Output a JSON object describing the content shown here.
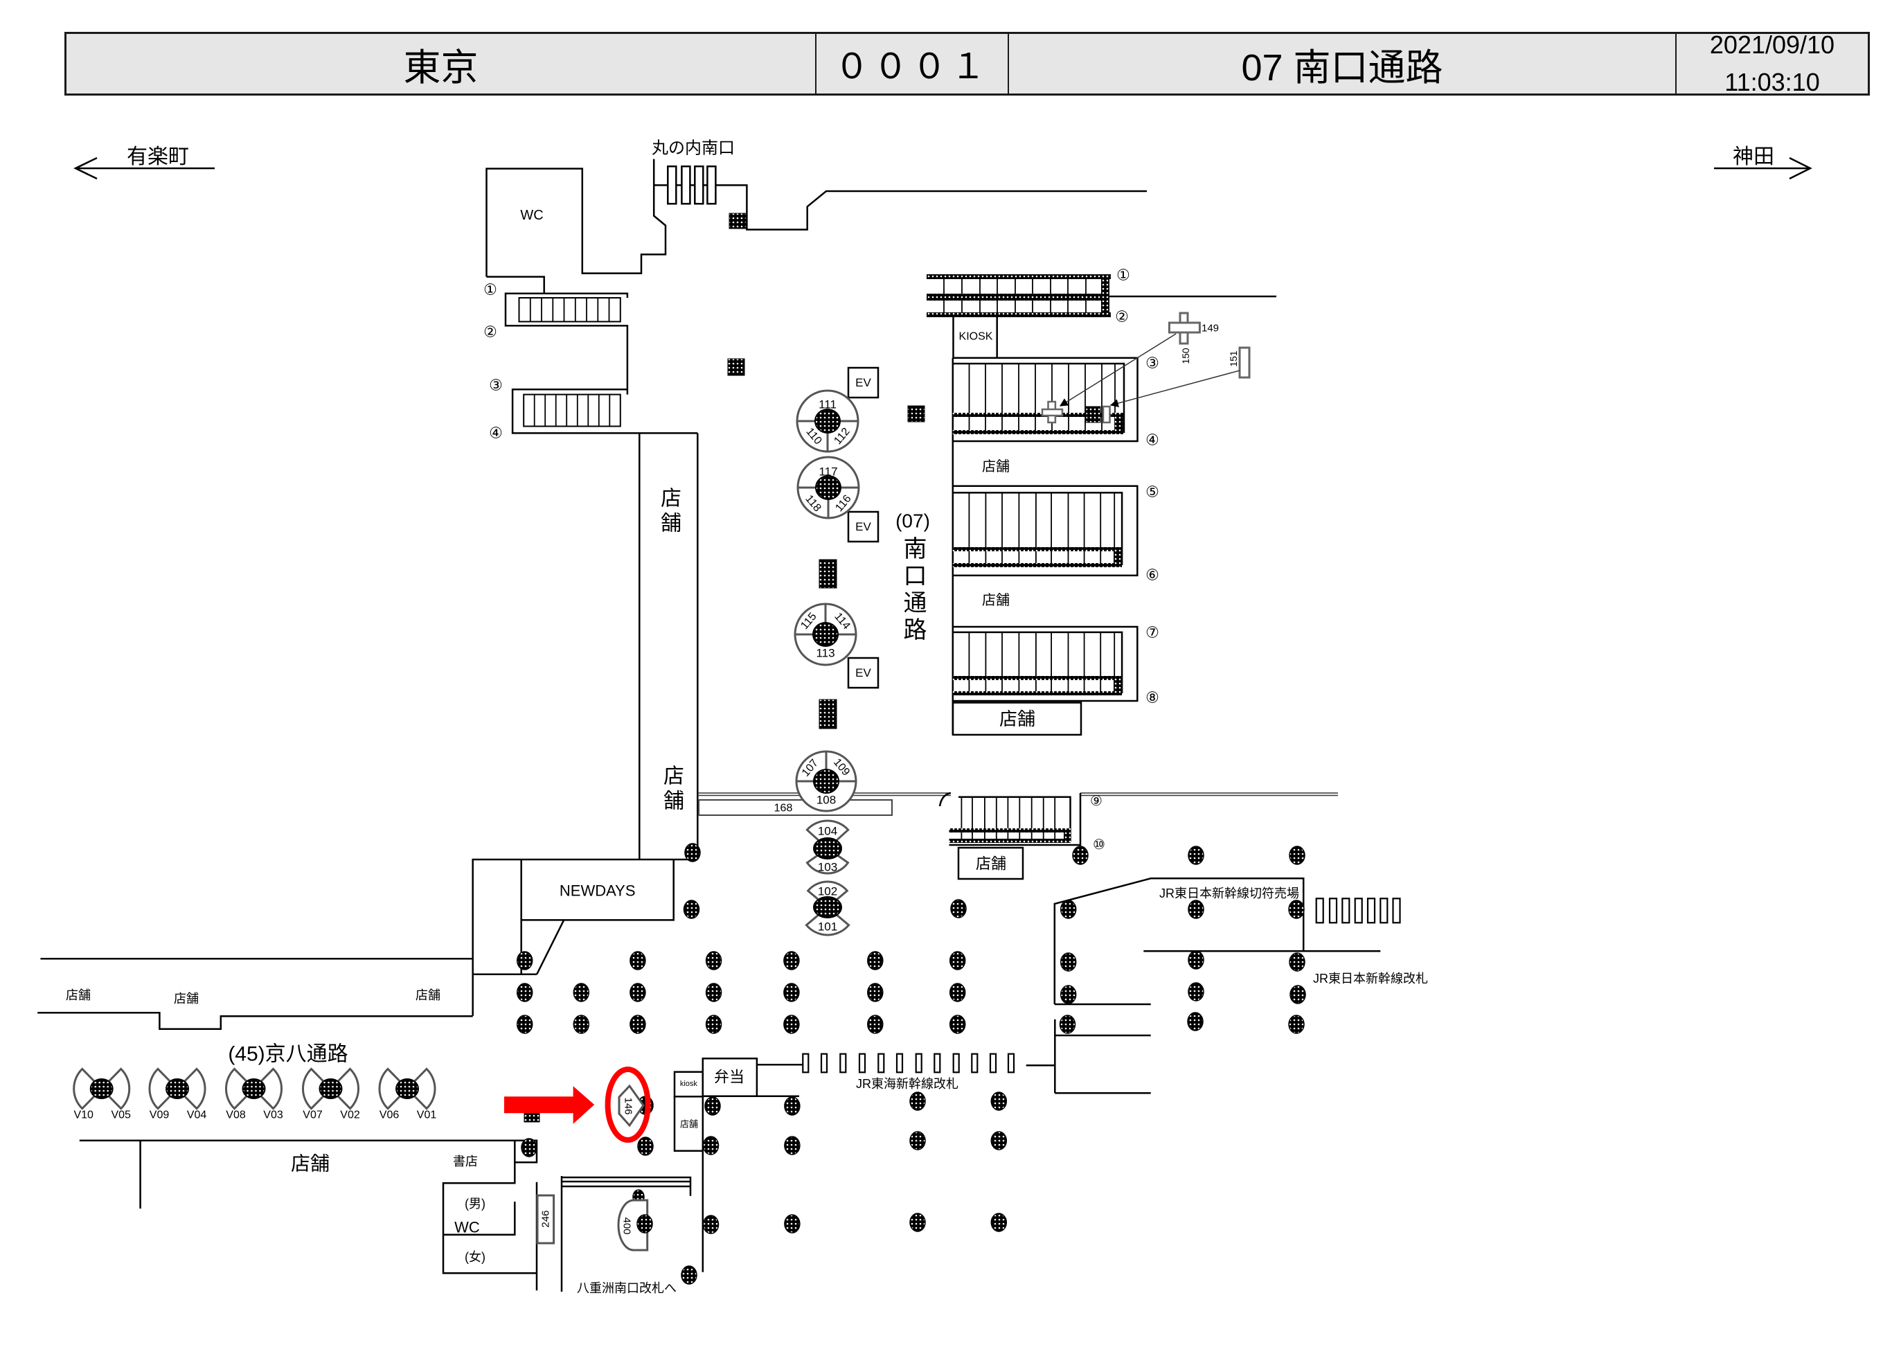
{
  "header": {
    "station": "東京",
    "code": "０００１",
    "area": "07 南口通路",
    "date": "2021/09/10",
    "time": "11:03:10"
  },
  "directions": {
    "left": "有楽町",
    "right": "神田"
  },
  "exits": {
    "marunouchi_south": "丸の内南口",
    "yaesu_south_gate": "八重洲南口改札へ"
  },
  "passages": {
    "main_number": "(07)",
    "main_name": "南口通路",
    "keihachi": "(45)京八通路"
  },
  "facilities": {
    "wc": "WC",
    "wc_men": "(男)",
    "wc_women": "(女)",
    "kiosk_upper": "KIOSK",
    "kiosk_lower": "kiosk",
    "elevator": "EV",
    "newdays": "NEWDAYS",
    "bento": "弁当",
    "bookstore": "書店",
    "store": "店舗"
  },
  "gates": {
    "jr_east_ticket_office": "JR東日本新幹線切符売場",
    "jr_east_gate": "JR東日本新幹線改札",
    "jr_central_gate": "JR東海新幹線改札"
  },
  "stairs_left": [
    "①",
    "②",
    "③",
    "④"
  ],
  "stairs_right": [
    "①",
    "②",
    "③",
    "④",
    "⑤",
    "⑥",
    "⑦",
    "⑧",
    "⑨",
    "⑩"
  ],
  "signage": {
    "s101": "101",
    "s102": "102",
    "s103": "103",
    "s104": "104",
    "s107": "107",
    "s108": "108",
    "s109": "109",
    "s110": "110",
    "s111": "111",
    "s112": "112",
    "s113": "113",
    "s114": "114",
    "s115": "115",
    "s116": "116",
    "s117": "117",
    "s118": "118",
    "s146": "146",
    "s149": "149",
    "s150": "150",
    "s151": "151",
    "s168": "168",
    "s246": "246",
    "s400": "400"
  },
  "vision": [
    "V10",
    "V05",
    "V09",
    "V04",
    "V08",
    "V03",
    "V07",
    "V02",
    "V06",
    "V01"
  ],
  "highlight": {
    "target_sign": "146",
    "color": "#ff0000"
  },
  "colors": {
    "header_background": "#e6e6e6"
  }
}
